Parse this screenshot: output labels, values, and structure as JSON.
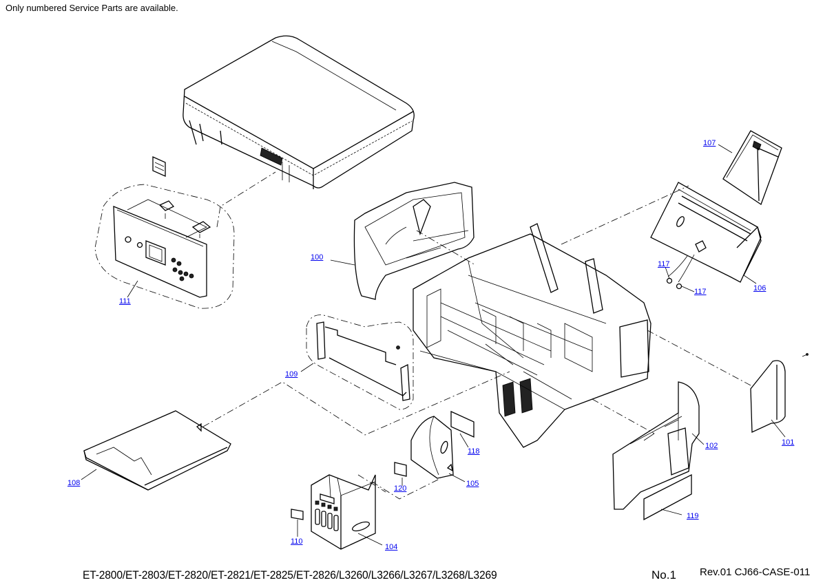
{
  "notice": "Only numbered Service Parts are available.",
  "link_color": "#0000ee",
  "parts": [
    {
      "id": "100",
      "label": "100"
    },
    {
      "id": "101",
      "label": "101"
    },
    {
      "id": "102",
      "label": "102"
    },
    {
      "id": "104",
      "label": "104"
    },
    {
      "id": "105",
      "label": "105"
    },
    {
      "id": "106",
      "label": "106"
    },
    {
      "id": "107",
      "label": "107"
    },
    {
      "id": "108",
      "label": "108"
    },
    {
      "id": "109",
      "label": "109"
    },
    {
      "id": "110",
      "label": "110"
    },
    {
      "id": "111",
      "label": "111"
    },
    {
      "id": "117a",
      "label": "117"
    },
    {
      "id": "117b",
      "label": "117"
    },
    {
      "id": "118",
      "label": "118"
    },
    {
      "id": "119",
      "label": "119"
    },
    {
      "id": "120",
      "label": "120"
    }
  ],
  "footer": {
    "models": "ET-2800/ET-2803/ET-2820/ET-2821/ET-2825/ET-2826/L3260/L3266/L3267/L3268/L3269",
    "page": "No.1",
    "revision": "Rev.01 CJ66-CASE-011"
  }
}
